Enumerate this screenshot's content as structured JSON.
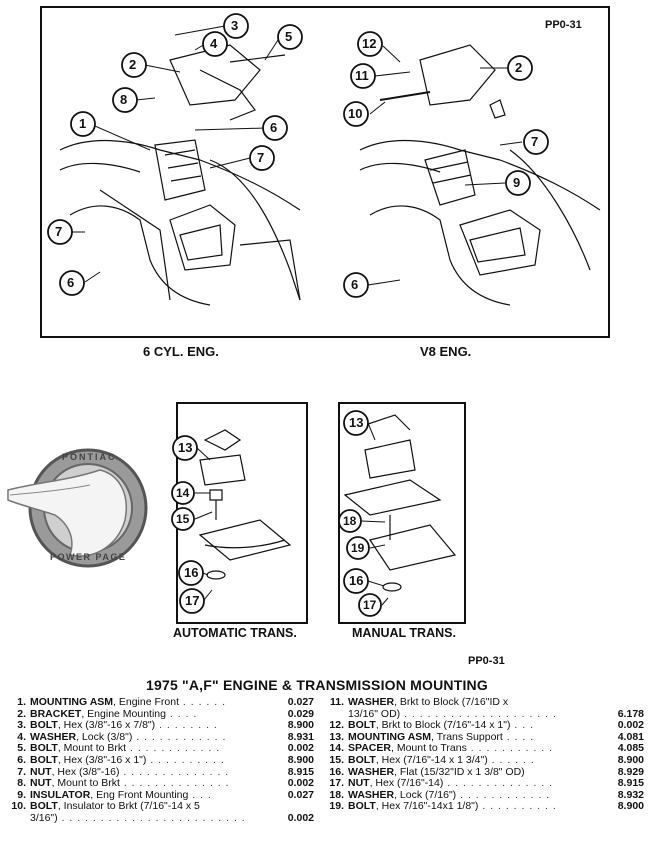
{
  "doc_code_top": "PP0-31",
  "doc_code_bottom": "PP0-31",
  "labels": {
    "six_cyl": "6 CYL. ENG.",
    "v8": "V8 ENG.",
    "auto_trans": "AUTOMATIC TRANS.",
    "manual_trans": "MANUAL TRANS."
  },
  "watermark": {
    "top_text": "PONTIAC",
    "bottom_text": "POWER PAGE"
  },
  "title": "1975 \"A,F\" ENGINE & TRANSMISSION MOUNTING",
  "callouts": {
    "six": [
      "3",
      "4",
      "5",
      "2",
      "8",
      "1",
      "6",
      "7",
      "7",
      "6"
    ],
    "v8": [
      "12",
      "11",
      "10",
      "2",
      "7",
      "9",
      "6"
    ],
    "auto": [
      "13",
      "14",
      "15",
      "16",
      "17"
    ],
    "manual": [
      "13",
      "18",
      "19",
      "16",
      "17"
    ]
  },
  "parts_left": [
    {
      "num": "1.",
      "name": "MOUNTING ASM",
      "desc": ", Engine Front",
      "dots": " . . . . . .",
      "value": "0.027"
    },
    {
      "num": "2.",
      "name": "BRACKET",
      "desc": ", Engine Mounting",
      "dots": " . . . .",
      "value": "0.029"
    },
    {
      "num": "3.",
      "name": "BOLT",
      "desc": ", Hex (3/8\"-16 x 7/8\")",
      "dots": " . . . . . . . .",
      "value": "8.900"
    },
    {
      "num": "4.",
      "name": "WASHER",
      "desc": ", Lock (3/8\")",
      "dots": " . . . . . . . . . . . .",
      "value": "8.931"
    },
    {
      "num": "5.",
      "name": "BOLT",
      "desc": ", Mount to Brkt",
      "dots": " . . . . . . . . . . . .",
      "value": "0.002"
    },
    {
      "num": "6.",
      "name": "BOLT",
      "desc": ", Hex (3/8\"-16 x 1\")",
      "dots": " . . . . . . . . . .",
      "value": "8.900"
    },
    {
      "num": "7.",
      "name": "NUT",
      "desc": ", Hex (3/8\"-16)",
      "dots": " . . . . . . . . . . . . . .",
      "value": "8.915"
    },
    {
      "num": "8.",
      "name": "NUT",
      "desc": ", Mount to Brkt",
      "dots": " . . . . . . . . . . . . . .",
      "value": "0.002"
    },
    {
      "num": "9.",
      "name": "INSULATOR",
      "desc": ", Eng Front Mounting",
      "dots": " . . .",
      "value": "0.027"
    },
    {
      "num": "10.",
      "name": "BOLT",
      "desc": ", Insulator to Brkt (7/16\"-14 x 5",
      "dots": "",
      "value": ""
    },
    {
      "num": "",
      "name": "",
      "desc": "3/16\")",
      "dots": " . . . . . . . . . . . . . . . . . . . . . . . .",
      "value": "0.002"
    }
  ],
  "parts_right": [
    {
      "num": "11.",
      "name": "WASHER",
      "desc": ", Brkt to Block (7/16\"ID x",
      "dots": "",
      "value": ""
    },
    {
      "num": "",
      "name": "",
      "desc": "13/16\" OD)",
      "dots": " . . . . . . . . . . . . . . . . . . . .",
      "value": "6.178"
    },
    {
      "num": "12.",
      "name": "BOLT",
      "desc": ", Brkt to Block (7/16\"-14 x 1\")",
      "dots": " . . .",
      "value": "0.002"
    },
    {
      "num": "13.",
      "name": "MOUNTING ASM",
      "desc": ", Trans Support",
      "dots": " . . . .",
      "value": "4.081"
    },
    {
      "num": "14.",
      "name": "SPACER",
      "desc": ", Mount to Trans",
      "dots": " . . . . . . . . . . .",
      "value": "4.085"
    },
    {
      "num": "15.",
      "name": "BOLT",
      "desc": ", Hex (7/16\"-14 x 1 3/4\")",
      "dots": " . . . . . .",
      "value": "8.900"
    },
    {
      "num": "16.",
      "name": "WASHER",
      "desc": ", Flat (15/32\"ID x 1 3/8\" OD)",
      "dots": "",
      "value": "8.929"
    },
    {
      "num": "17.",
      "name": "NUT",
      "desc": ", Hex (7/16\"-14)",
      "dots": " . . . . . . . . . . . . . .",
      "value": "8.915"
    },
    {
      "num": "18.",
      "name": "WASHER",
      "desc": ", Lock (7/16\")",
      "dots": " . . . . . . . . . . . .",
      "value": "8.932"
    },
    {
      "num": "19.",
      "name": "BOLT",
      "desc": ", Hex 7/16\"-14x1 1/8\")",
      "dots": " . . . . . . . . . .",
      "value": "8.900"
    }
  ]
}
